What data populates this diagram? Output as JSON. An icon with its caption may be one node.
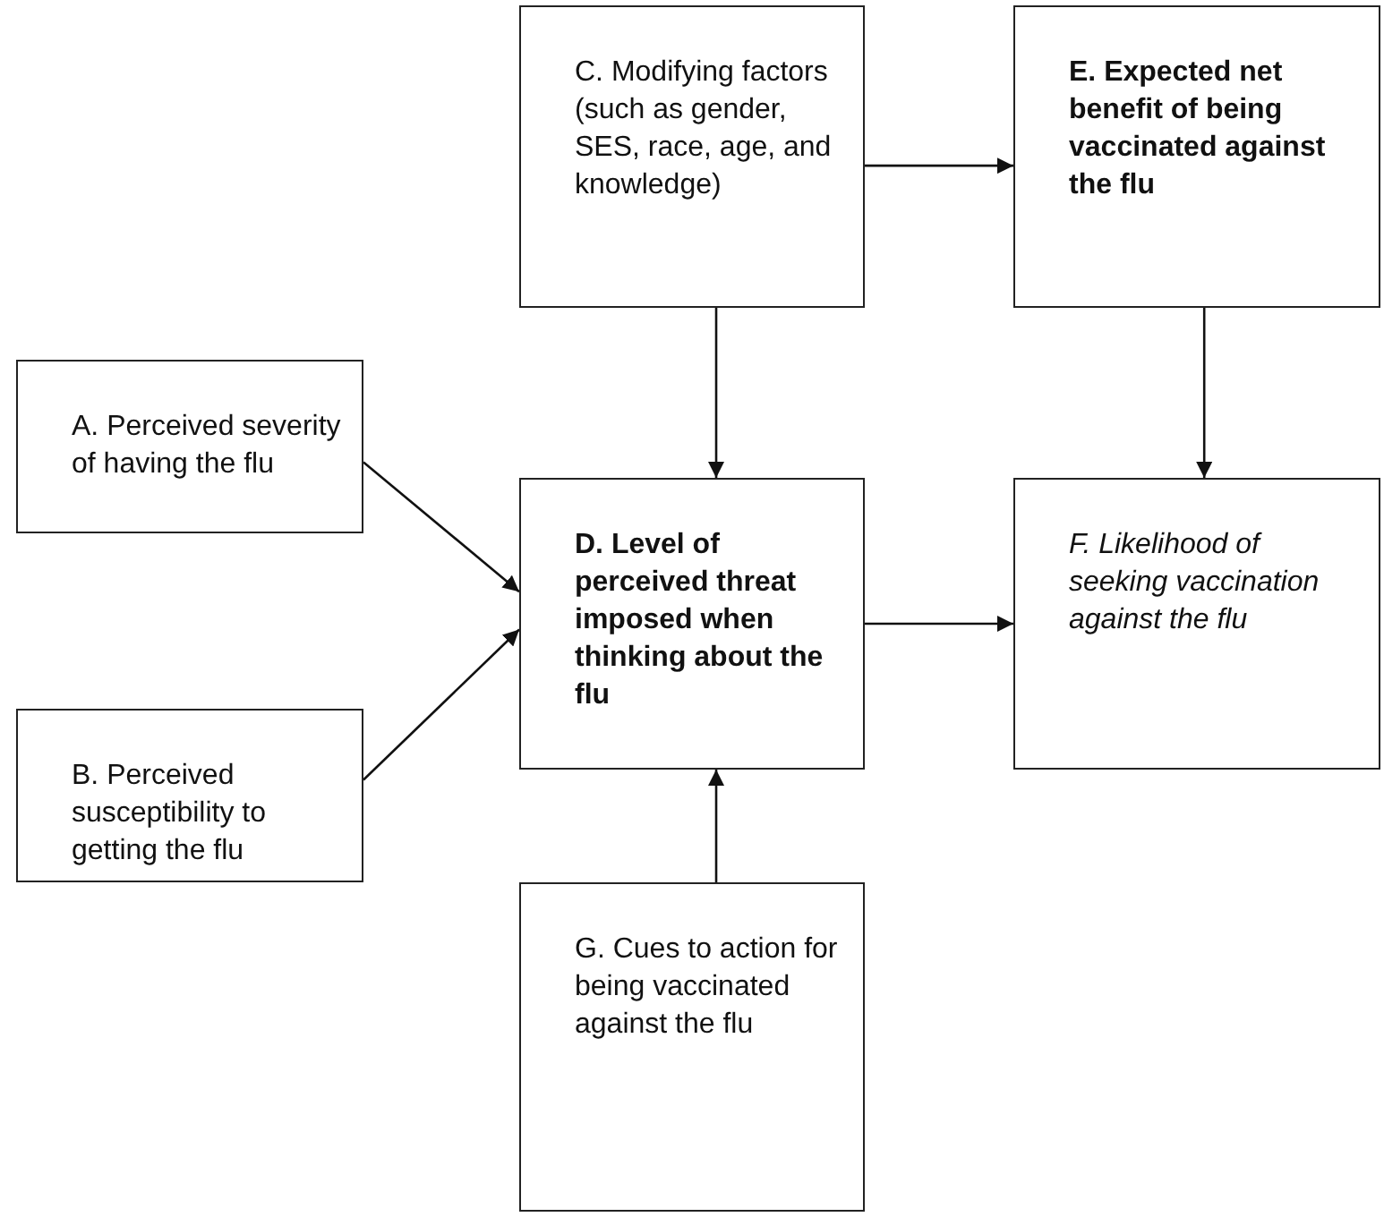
{
  "diagram": {
    "nodes": [
      {
        "text": [
          "A. Perceived severity of having the flu"
        ]
      },
      {
        "text": [
          "B. Perceived susceptibility to getting the flu"
        ]
      },
      {
        "text": [
          "C. Modifying factors (such as gender, SES, race, age, and knowledge)"
        ]
      },
      {
        "text": [
          "D. Level of perceived threat imposed when thinking about the flu"
        ]
      },
      {
        "text": [
          "E. Expected net benefit of being vaccinated against the flu"
        ]
      },
      {
        "text": [
          "F. Likelihood of seeking vaccination against the flu"
        ]
      },
      {
        "text": [
          "G. Cues to action for being vaccinated against the flu"
        ]
      }
    ],
    "edges": [
      {
        "from": 2,
        "to": 4,
        "arrow": "to"
      },
      {
        "from": 2,
        "to": 3,
        "arrow": "to"
      },
      {
        "from": 4,
        "to": 5,
        "arrow": "to"
      },
      {
        "from": 0,
        "to": 3,
        "arrow": "to"
      },
      {
        "from": 1,
        "to": 3,
        "arrow": "to"
      },
      {
        "from": 3,
        "to": 5,
        "arrow": "to"
      },
      {
        "from": 6,
        "to": 3,
        "arrow": "to"
      }
    ]
  }
}
